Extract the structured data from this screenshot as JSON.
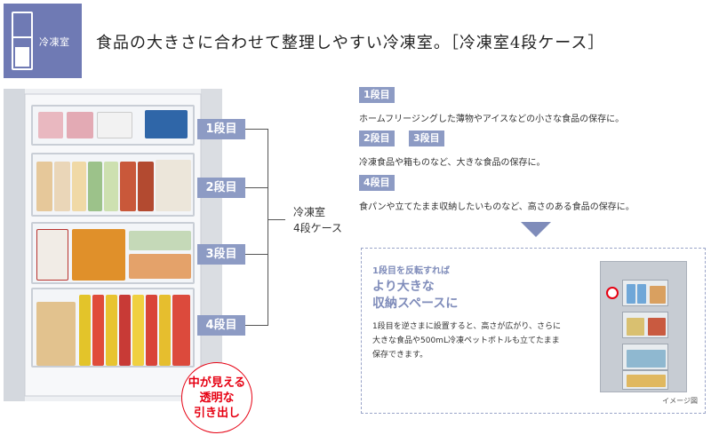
{
  "header": {
    "badge_label": "冷凍室",
    "title": "食品の大きさに合わせて整理しやすい冷凍室。［冷凍室4段ケース］"
  },
  "tiers": [
    {
      "label": "1段目"
    },
    {
      "label": "2段目"
    },
    {
      "label": "3段目"
    },
    {
      "label": "4段目"
    }
  ],
  "side_label": {
    "line1": "冷凍室",
    "line2": "4段ケース"
  },
  "round_badge": {
    "line1": "中が見える",
    "line2": "透明な",
    "line3": "引き出し"
  },
  "descriptions": [
    {
      "tags": [
        "1段目"
      ],
      "text": "ホームフリージングした薄物やアイスなどの小さな食品の保存に。"
    },
    {
      "tags": [
        "2段目",
        "3段目"
      ],
      "text": "冷凍食品や箱ものなど、大きな食品の保存に。"
    },
    {
      "tags": [
        "4段目"
      ],
      "text": "食パンや立てたまま収納したいものなど、高さのある食品の保存に。"
    }
  ],
  "callout": {
    "kicker": "1段目を反転すれば",
    "heading_line1": "より大きな",
    "heading_line2": "収納スペースに",
    "body_line1": "1段目を逆さまに設置すると、高さが広がり、さらに",
    "body_line2": "大きな食品や500mL冷凍ペットボトルも立てたまま",
    "body_line3": "保存できます。",
    "image_note": "イメージ図"
  },
  "colors": {
    "accent": "#8d9bc4",
    "header_badge": "#6f7ab4",
    "badge_red": "#e60012"
  }
}
